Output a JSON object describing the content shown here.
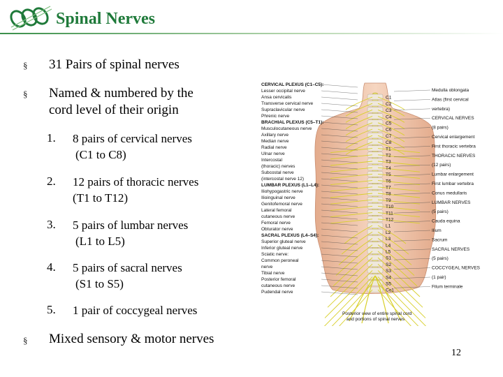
{
  "slide": {
    "title": "Spinal Nerves",
    "page_number": "12",
    "bullets": [
      {
        "marker": "§",
        "text": "31 Pairs of spinal nerves"
      },
      {
        "marker": "§",
        "line1": "Named & numbered by the",
        "line2": "cord level of their origin"
      },
      {
        "marker": "§",
        "text": "Mixed sensory & motor nerves"
      }
    ],
    "items": [
      {
        "num": "1.",
        "line1": "8 pairs of cervical nerves",
        "line2": "(C1 to C8)"
      },
      {
        "num": "2.",
        "line1": "12 pairs of thoracic nerves",
        "line2": "(T1 to T12)"
      },
      {
        "num": "3.",
        "line1": "5 pairs of lumbar nerves",
        "line2": "(L1 to L5)"
      },
      {
        "num": "4.",
        "line1": "5 pairs of sacral nerves",
        "line2": "(S1 to S5)"
      },
      {
        "num": "5.",
        "line1": "1 pair of coccygeal nerves"
      }
    ]
  },
  "figure": {
    "left_labels": [
      "CERVICAL PLEXUS (C1–C5):",
      "Lesser occipital nerve",
      "Ansa cervicalis",
      "Transverse cervical nerve",
      "Supraclavicular nerve",
      "Phrenic nerve",
      "BRACHIAL PLEXUS (C5–T1):",
      "Musculocutaneous nerve",
      "Axillary nerve",
      "Median nerve",
      "Radial nerve",
      "Ulnar nerve",
      "Intercostal",
      "(thoracic) nerves",
      "Subcostal nerve",
      "(intercostal nerve 12)",
      "LUMBAR PLEXUS (L1–L4):",
      "Iliohypogastric nerve",
      "Ilioinguinal nerve",
      "Genitofemoral nerve",
      "Lateral femoral",
      "cutaneous nerve",
      "Femoral nerve",
      "Obturator nerve",
      "SACRAL PLEXUS (L4–S4):",
      "Superior gluteal nerve",
      "Inferior gluteal nerve",
      "Sciatic nerve:",
      "Common peroneal",
      "nerve",
      "Tibial nerve",
      "Posterior femoral",
      "cutaneous nerve",
      "Pudendal nerve"
    ],
    "right_labels": [
      "Medulla oblongata",
      "Atlas (first cervical",
      "vertebra)",
      "CERVICAL NERVES",
      "(8 pairs)",
      "Cervical enlargement",
      "First thoracic vertebra",
      "THORACIC NERVES",
      "(12 pairs)",
      "Lumbar enlargement",
      "First lumbar vertebra",
      "Conus medullaris",
      "LUMBAR NERVES",
      "(5 pairs)",
      "Cauda equina",
      "Ilium",
      "Sacrum",
      "SACRAL NERVES",
      "(5 pairs)",
      "COCCYGEAL NERVES",
      "(1 pair)",
      "Filum terminale"
    ],
    "caption": [
      "Posterior view of entire spinal cord",
      "and portions of spinal nerves"
    ],
    "segment_labels": [
      "C1",
      "C2",
      "C3",
      "C4",
      "C5",
      "C6",
      "C7",
      "C8",
      "T1",
      "T2",
      "T3",
      "T4",
      "T5",
      "T6",
      "T7",
      "T8",
      "T9",
      "T10",
      "T11",
      "T12",
      "L1",
      "L2",
      "L3",
      "L4",
      "L5",
      "S1",
      "S2",
      "S3",
      "S4",
      "S5",
      "Co1"
    ]
  },
  "colors": {
    "title": "#1f7a3a",
    "skin": "#f1c8ad",
    "nerve": "#d8cf2a"
  }
}
